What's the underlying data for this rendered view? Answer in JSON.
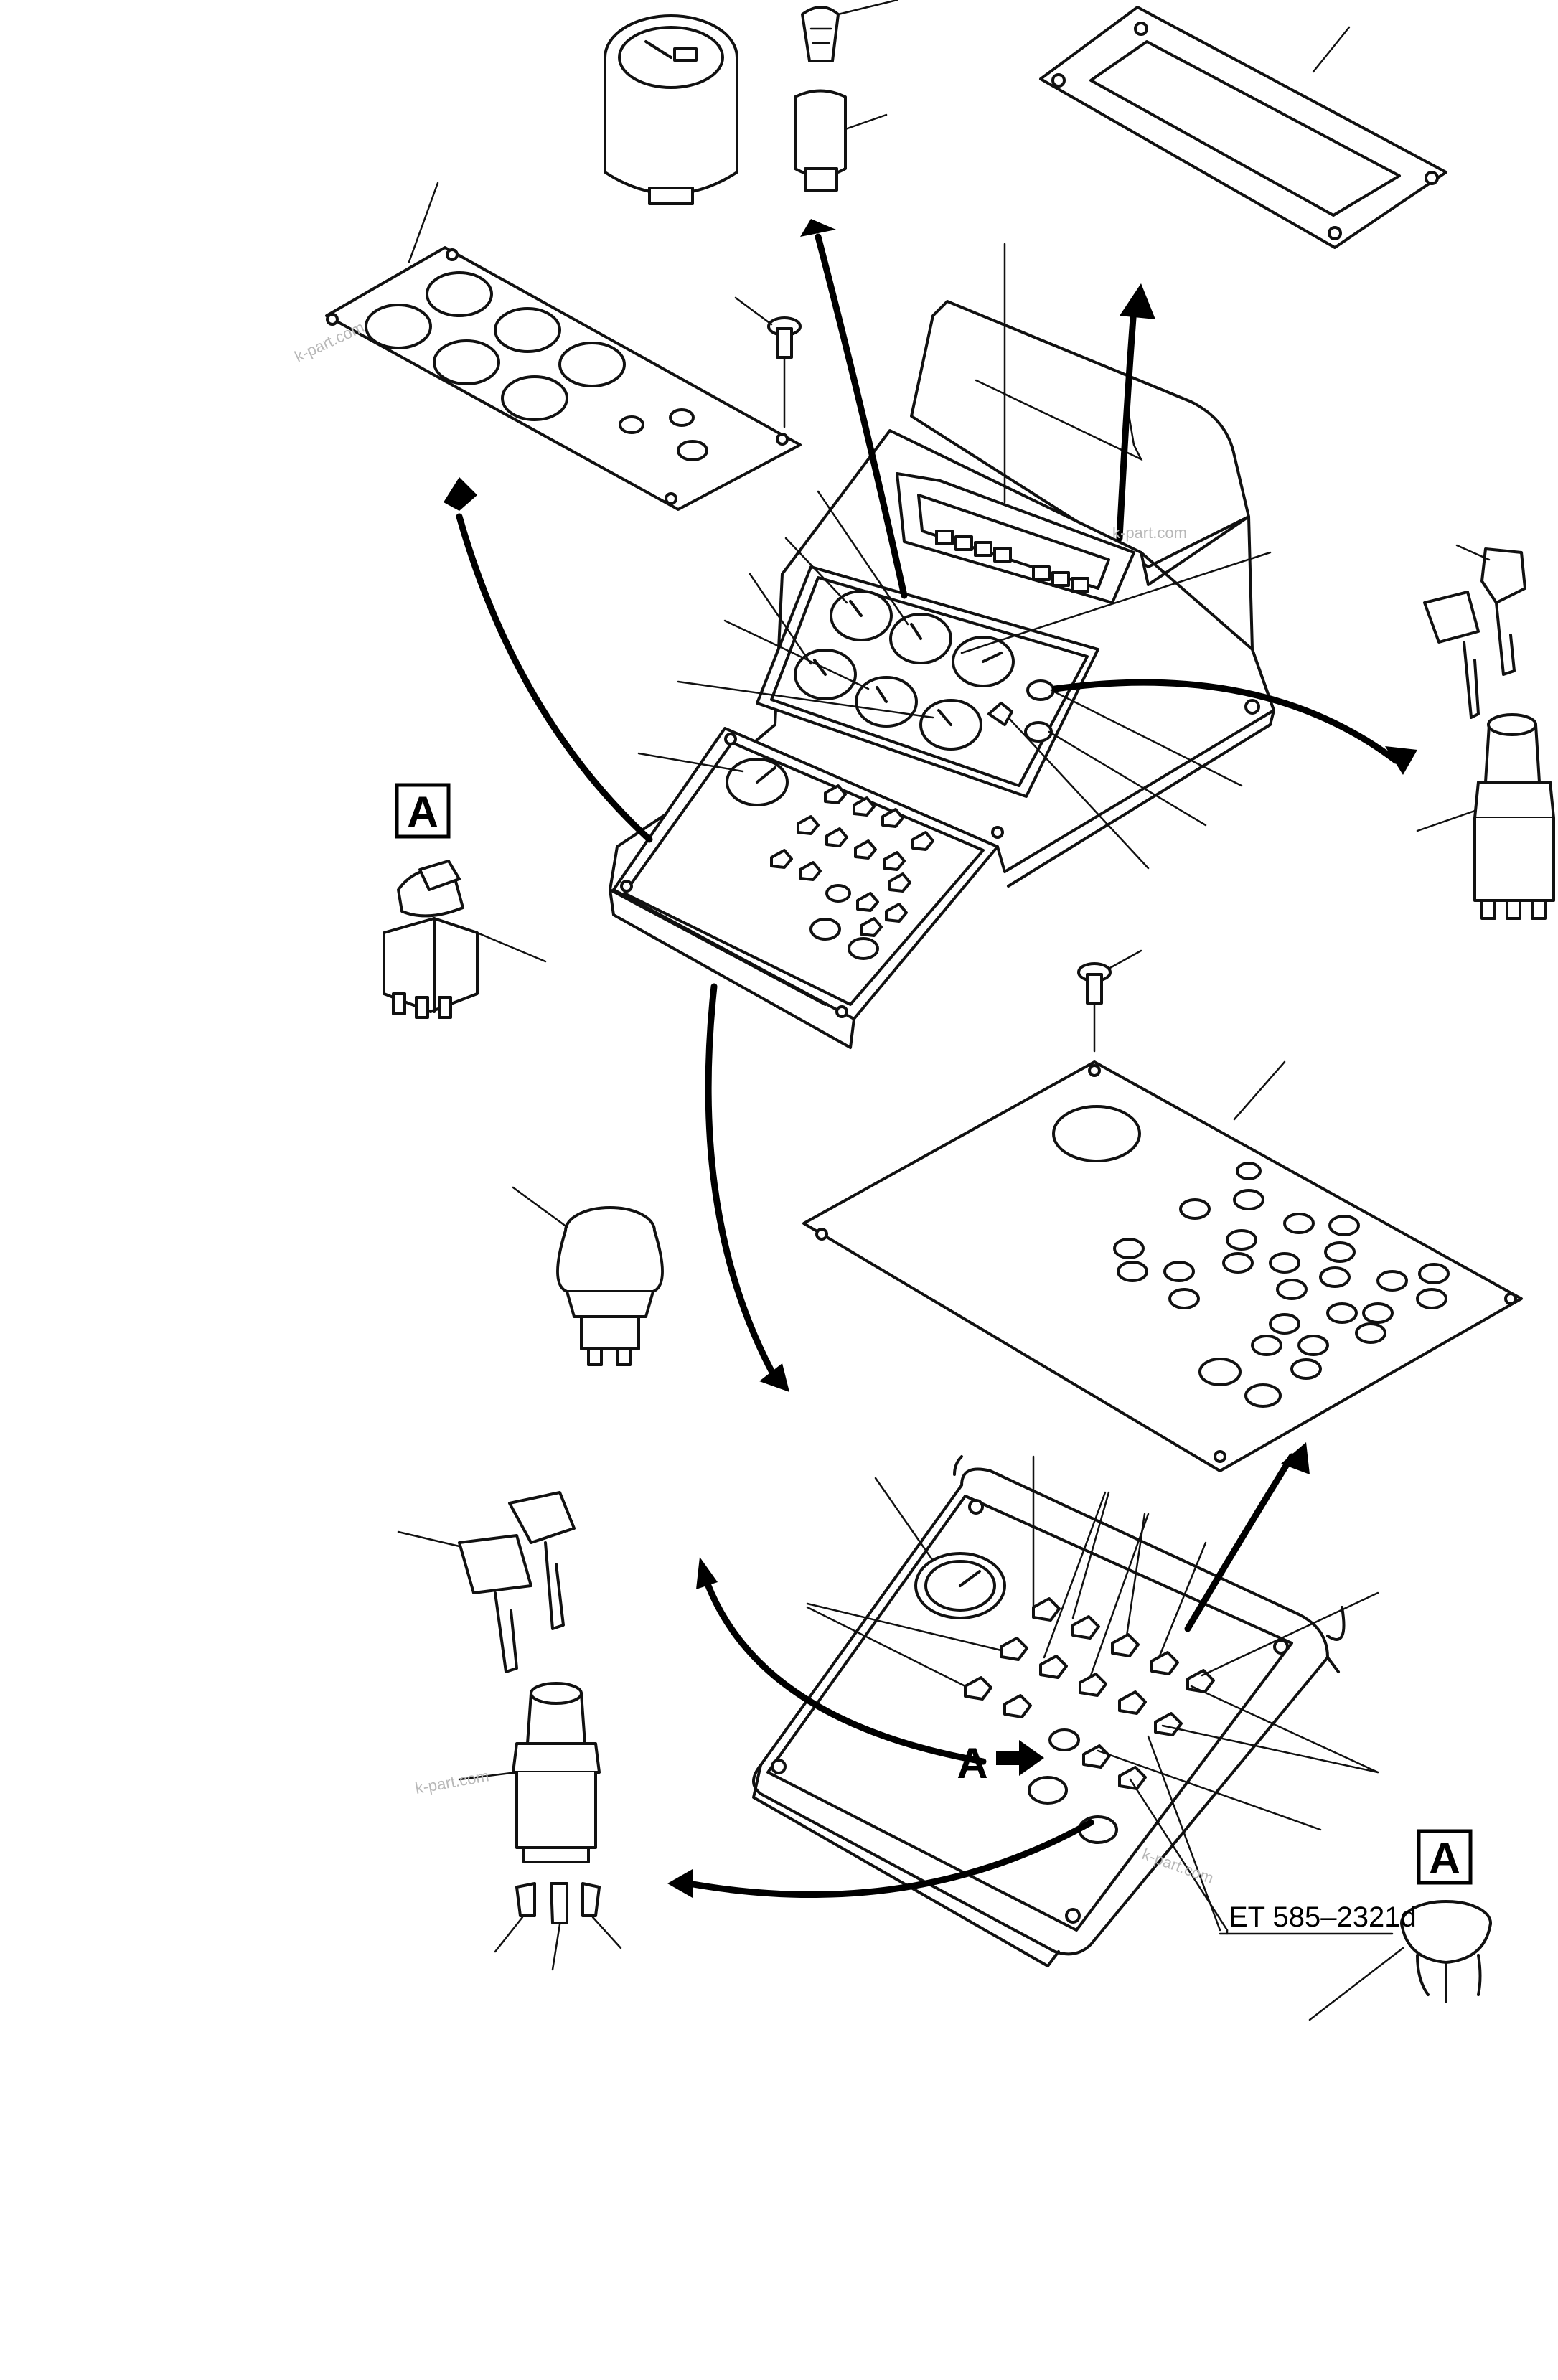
{
  "diagram": {
    "reference_code": "ET 585–2321d",
    "detail_label": "A",
    "watermark": "k-part.com"
  }
}
